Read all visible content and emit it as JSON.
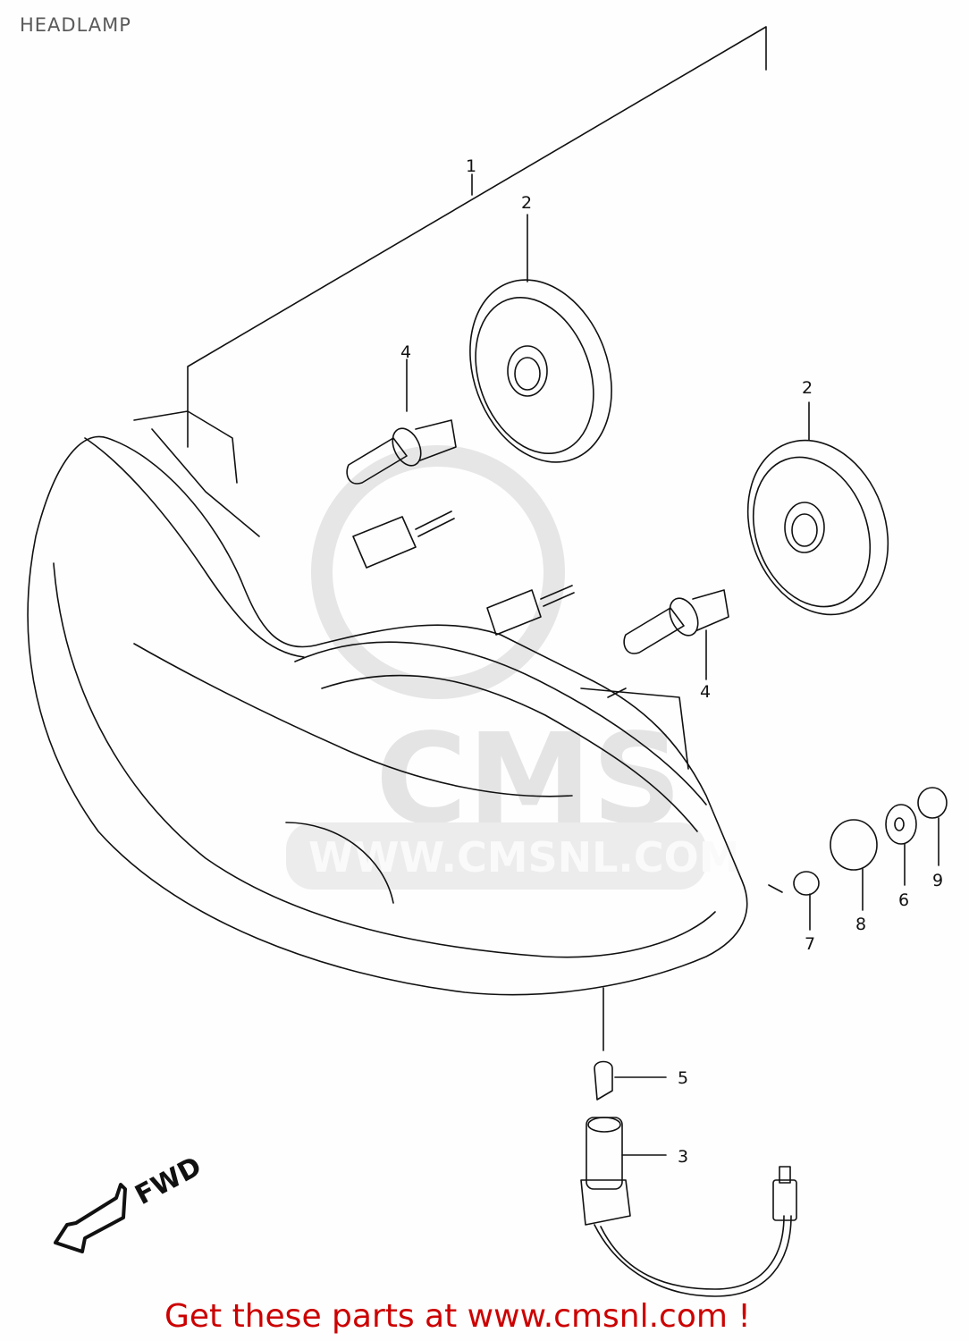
{
  "title": "HEADLAMP",
  "footer": "Get these parts at www.cmsnl.com !",
  "watermark": {
    "logo_text": "CMS",
    "url_text": "WWW.CMSNL.COM"
  },
  "direction_marker": {
    "label": "FWD",
    "icon": "arrow-left-down-icon"
  },
  "callouts": [
    {
      "id": "1",
      "label": "1",
      "part": "headlamp-assembly"
    },
    {
      "id": "2a",
      "label": "2",
      "part": "reflector-left"
    },
    {
      "id": "2b",
      "label": "2",
      "part": "reflector-right"
    },
    {
      "id": "3",
      "label": "3",
      "part": "socket-harness"
    },
    {
      "id": "4a",
      "label": "4",
      "part": "bulb-left"
    },
    {
      "id": "4b",
      "label": "4",
      "part": "bulb-right"
    },
    {
      "id": "5",
      "label": "5",
      "part": "position-bulb"
    },
    {
      "id": "6",
      "label": "6",
      "part": "washer"
    },
    {
      "id": "7",
      "label": "7",
      "part": "spacer"
    },
    {
      "id": "8",
      "label": "8",
      "part": "grommet"
    },
    {
      "id": "9",
      "label": "9",
      "part": "nut"
    }
  ],
  "colors": {
    "footer": "#cc0000",
    "title": "#5a5a5a",
    "line": "#111111",
    "watermark": "#e4e4e4"
  }
}
